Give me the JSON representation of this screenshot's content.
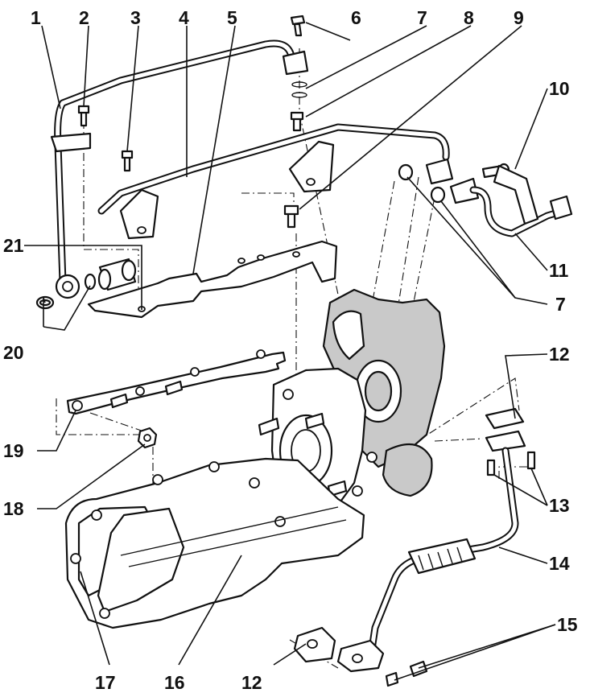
{
  "callouts": {
    "c1": "1",
    "c2": "2",
    "c3": "3",
    "c4": "4",
    "c5": "5",
    "c6": "6",
    "c7a": "7",
    "c7b": "7",
    "c8": "8",
    "c9": "9",
    "c10": "10",
    "c11": "11",
    "c12a": "12",
    "c12b": "12",
    "c13": "13",
    "c14": "14",
    "c15": "15",
    "c16": "16",
    "c17": "17",
    "c18": "18",
    "c19": "19",
    "c20": "20",
    "c21": "21"
  }
}
